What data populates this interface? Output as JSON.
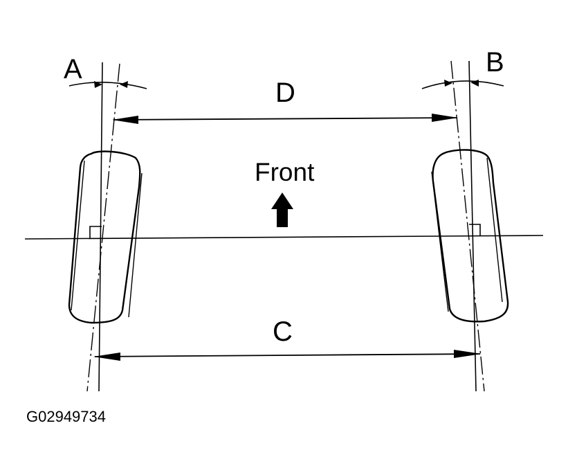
{
  "labels": {
    "a": "A",
    "b": "B",
    "c": "C",
    "d": "D",
    "front": "Front",
    "figure_code": "G02949734"
  },
  "colors": {
    "line": "#000000",
    "background": "#ffffff"
  },
  "icons": [
    "front-arrow-icon",
    "right-angle-marker-icon"
  ]
}
